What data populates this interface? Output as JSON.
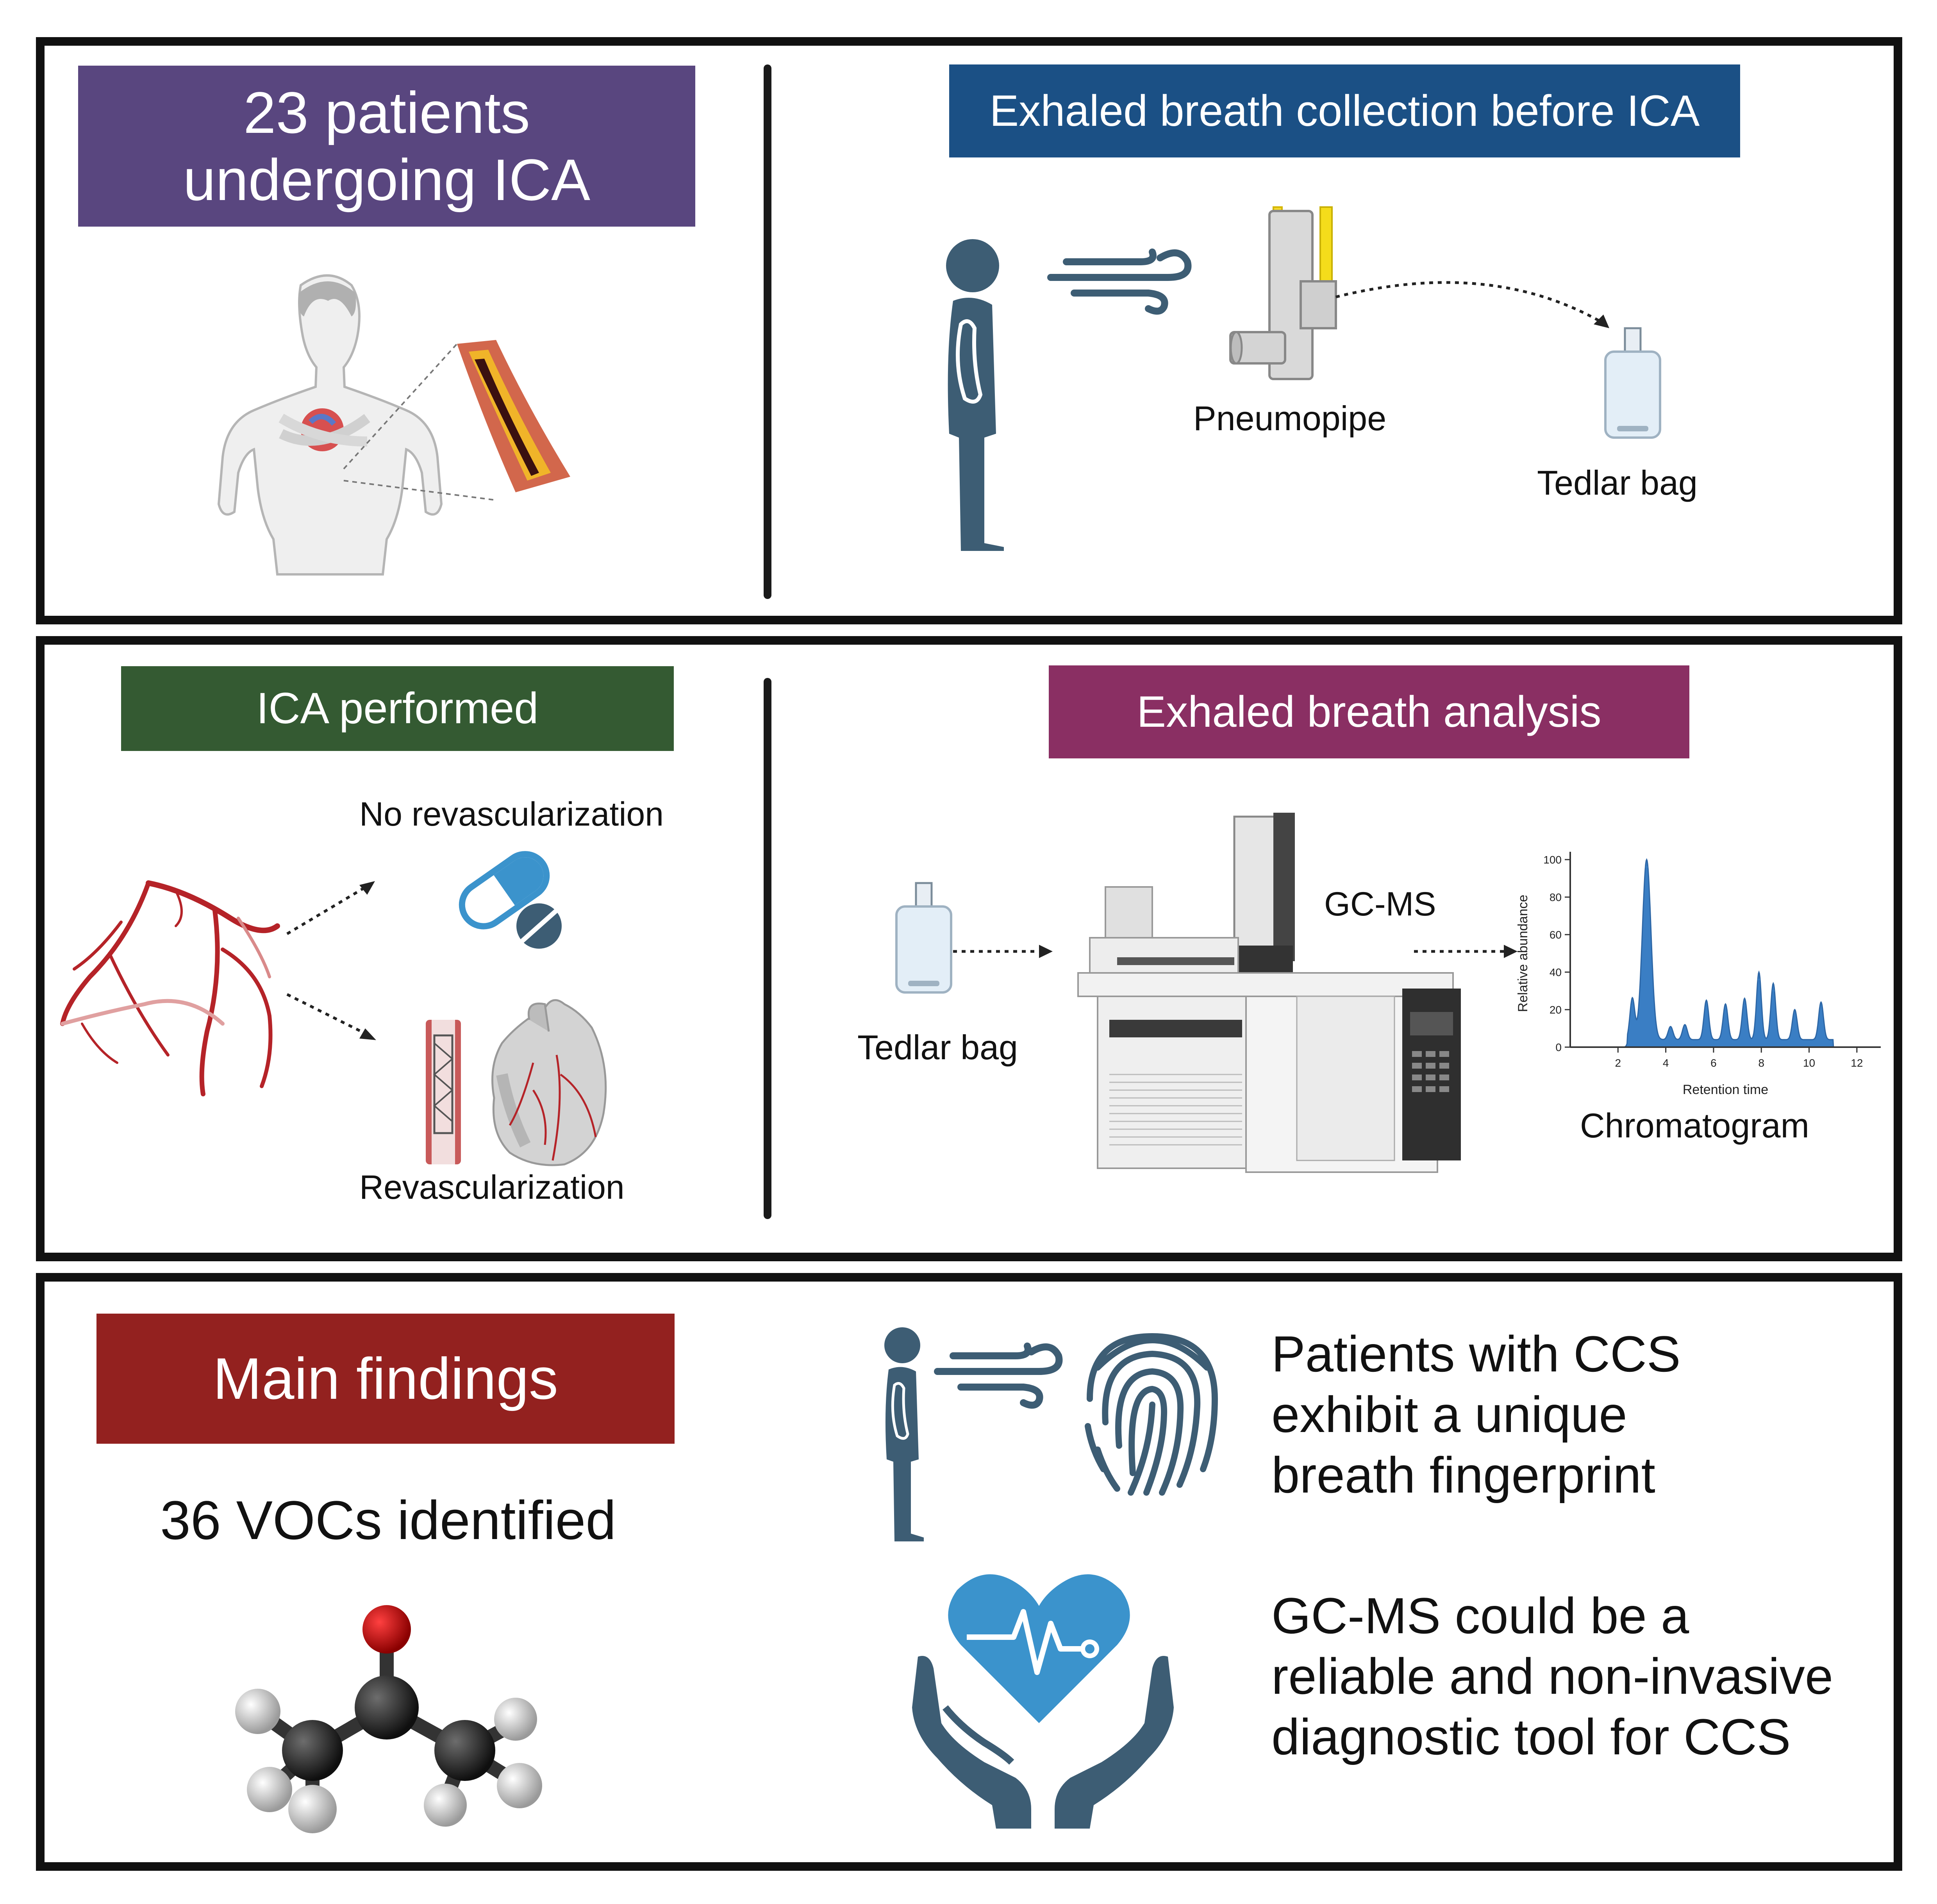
{
  "colors": {
    "purple": "#59467f",
    "blue": "#1b5085",
    "green": "#345a32",
    "magenta": "#8a2f63",
    "darkred": "#93211f",
    "figure": "#3d5d74",
    "vessel": "#b52328",
    "pill": "#3b93cc",
    "peak": "#3a7ec4"
  },
  "panel1": {
    "title": "23 patients undergoing ICA",
    "collection_title": "Exhaled breath collection before ICA",
    "pneumopipe_label": "Pneumopipe",
    "tedlar_label": "Tedlar bag"
  },
  "panel2": {
    "ica_title": "ICA performed",
    "no_revasc_label": "No revascularization",
    "revasc_label": "Revascularization",
    "analysis_title": "Exhaled breath analysis",
    "tedlar_label": "Tedlar bag",
    "gcms_label": "GC-MS",
    "chromatogram_label": "Chromatogram"
  },
  "chart_data": {
    "type": "line",
    "xlabel": "Retention time",
    "ylabel": "Relative abundance",
    "xlim": [
      0,
      13
    ],
    "ylim": [
      0,
      100
    ],
    "x_ticks": [
      2,
      4,
      6,
      8,
      10,
      12
    ],
    "y_ticks": [
      0,
      20,
      40,
      60,
      80,
      100
    ],
    "peaks": [
      {
        "x": 2.6,
        "y": 22
      },
      {
        "x": 3.2,
        "y": 96
      },
      {
        "x": 4.2,
        "y": 7
      },
      {
        "x": 4.8,
        "y": 8
      },
      {
        "x": 5.7,
        "y": 21
      },
      {
        "x": 6.5,
        "y": 19
      },
      {
        "x": 7.3,
        "y": 22
      },
      {
        "x": 7.9,
        "y": 36
      },
      {
        "x": 8.5,
        "y": 30
      },
      {
        "x": 9.4,
        "y": 16
      },
      {
        "x": 10.5,
        "y": 20
      }
    ]
  },
  "panel3": {
    "title": "Main findings",
    "vocs": "36 VOCs identified",
    "finding1": [
      "Patients with CCS",
      "exhibit a unique",
      "breath fingerprint"
    ],
    "finding2": [
      "GC-MS could be a",
      "reliable and non-invasive",
      "diagnostic tool for CCS"
    ]
  },
  "icons": [
    "human-figure-icon",
    "breath-wind-icon",
    "pneumopipe-icon",
    "tedlar-bag-icon",
    "coronary-tree-icon",
    "pill-icon",
    "stent-icon",
    "heart-icon",
    "gcms-instrument-icon",
    "fingerprint-icon",
    "heart-hands-icon",
    "acetone-molecule-icon"
  ]
}
